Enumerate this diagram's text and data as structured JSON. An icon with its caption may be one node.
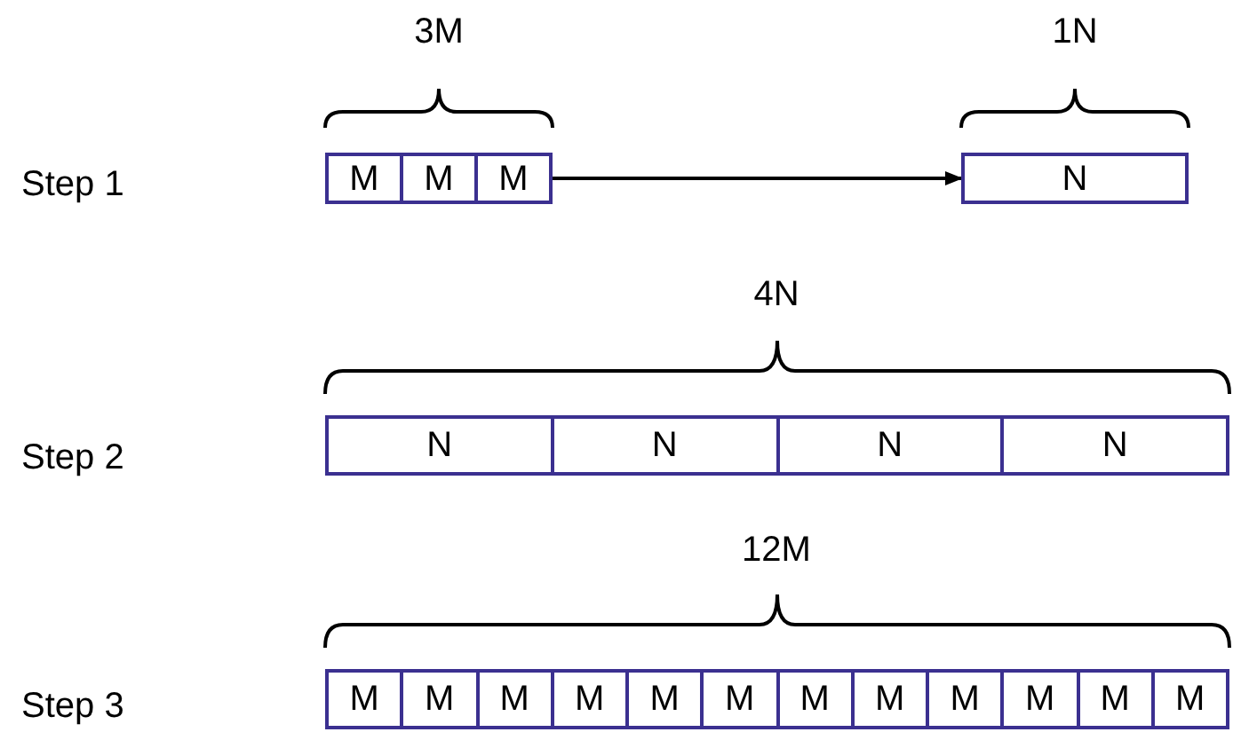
{
  "diagram": {
    "nodes": [
      {
        "text": [],
        "shape": "bar"
      },
      {
        "text": [
          "M"
        ],
        "in": 0
      },
      {
        "text": [
          "M"
        ],
        "in": 0
      },
      {
        "text": [
          "M"
        ],
        "in": 0
      },
      {
        "text": [
          "N"
        ]
      },
      {
        "text": [],
        "shape": "bar"
      },
      {
        "text": [
          "N"
        ],
        "in": 5
      },
      {
        "text": [
          "N"
        ],
        "in": 5
      },
      {
        "text": [
          "N"
        ],
        "in": 5
      },
      {
        "text": [
          "N"
        ],
        "in": 5
      },
      {
        "text": [],
        "shape": "bar"
      },
      {
        "text": [
          "M"
        ],
        "in": 10
      },
      {
        "text": [
          "M"
        ],
        "in": 10
      },
      {
        "text": [
          "M"
        ],
        "in": 10
      },
      {
        "text": [
          "M"
        ],
        "in": 10
      },
      {
        "text": [
          "M"
        ],
        "in": 10
      },
      {
        "text": [
          "M"
        ],
        "in": 10
      },
      {
        "text": [
          "M"
        ],
        "in": 10
      },
      {
        "text": [
          "M"
        ],
        "in": 10
      },
      {
        "text": [
          "M"
        ],
        "in": 10
      },
      {
        "text": [
          "M"
        ],
        "in": 10
      },
      {
        "text": [
          "M"
        ],
        "in": 10
      },
      {
        "text": [
          "M"
        ],
        "in": 10
      }
    ],
    "edges": [
      {
        "from": 0,
        "to": 4,
        "arrow": "to"
      }
    ],
    "labels": [
      "3M",
      "1N",
      "Step 1",
      "4N",
      "Step 2",
      "12M",
      "Step 3"
    ]
  }
}
